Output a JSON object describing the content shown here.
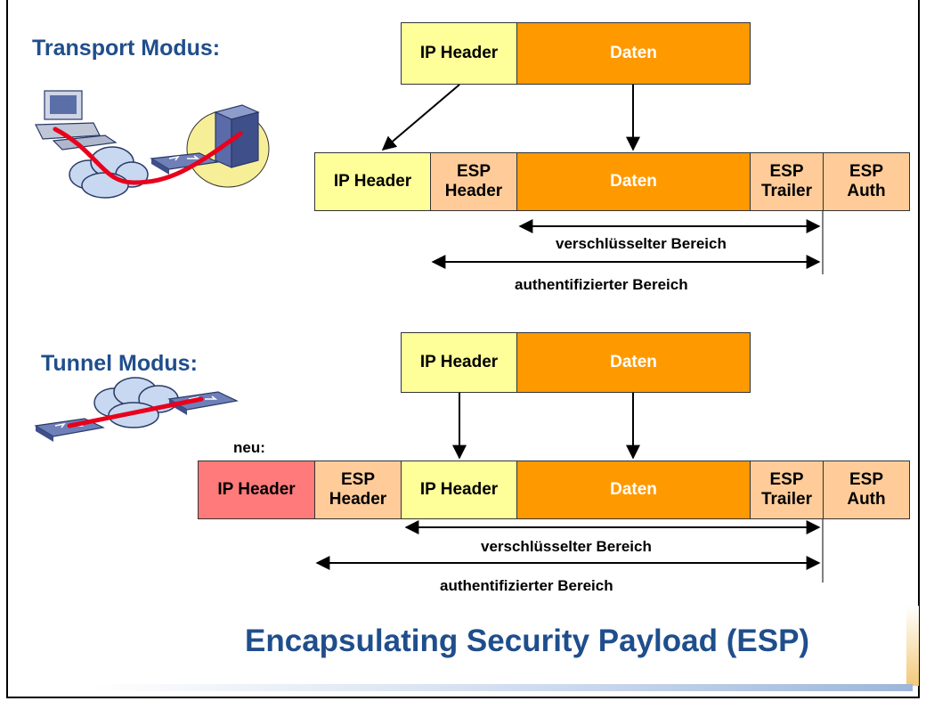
{
  "transport": {
    "heading": "Transport Modus:",
    "original": {
      "ip_header": "IP Header",
      "data": "Daten"
    },
    "packet": {
      "ip_header": "IP Header",
      "esp_header": [
        "ESP",
        "Header"
      ],
      "data": "Daten",
      "esp_trailer": [
        "ESP",
        "Trailer"
      ],
      "esp_auth": [
        "ESP",
        "Auth"
      ]
    },
    "encrypted_label": "verschlüsselter Bereich",
    "authenticated_label": "authentifizierter Bereich"
  },
  "tunnel": {
    "heading": "Tunnel Modus:",
    "original": {
      "ip_header": "IP Header",
      "data": "Daten"
    },
    "new_label": "neu:",
    "packet": {
      "new_ip_header": "IP Header",
      "esp_header": [
        "ESP",
        "Header"
      ],
      "ip_header": "IP Header",
      "data": "Daten",
      "esp_trailer": [
        "ESP",
        "Trailer"
      ],
      "esp_auth": [
        "ESP",
        "Auth"
      ]
    },
    "encrypted_label": "verschlüsselter Bereich",
    "authenticated_label": "authentifizierter Bereich"
  },
  "title": "Encapsulating Security Payload (ESP)",
  "colors": {
    "heading": "#1f4e8c",
    "ip_header": "#ffff99",
    "data": "#ff9900",
    "esp": "#ffcc99",
    "new_ip_header": "#ff7a7a",
    "tunnel_line": "#e8001c"
  },
  "icons": [
    "computer-icon",
    "server-icon",
    "cloud-icon",
    "router-icon"
  ]
}
